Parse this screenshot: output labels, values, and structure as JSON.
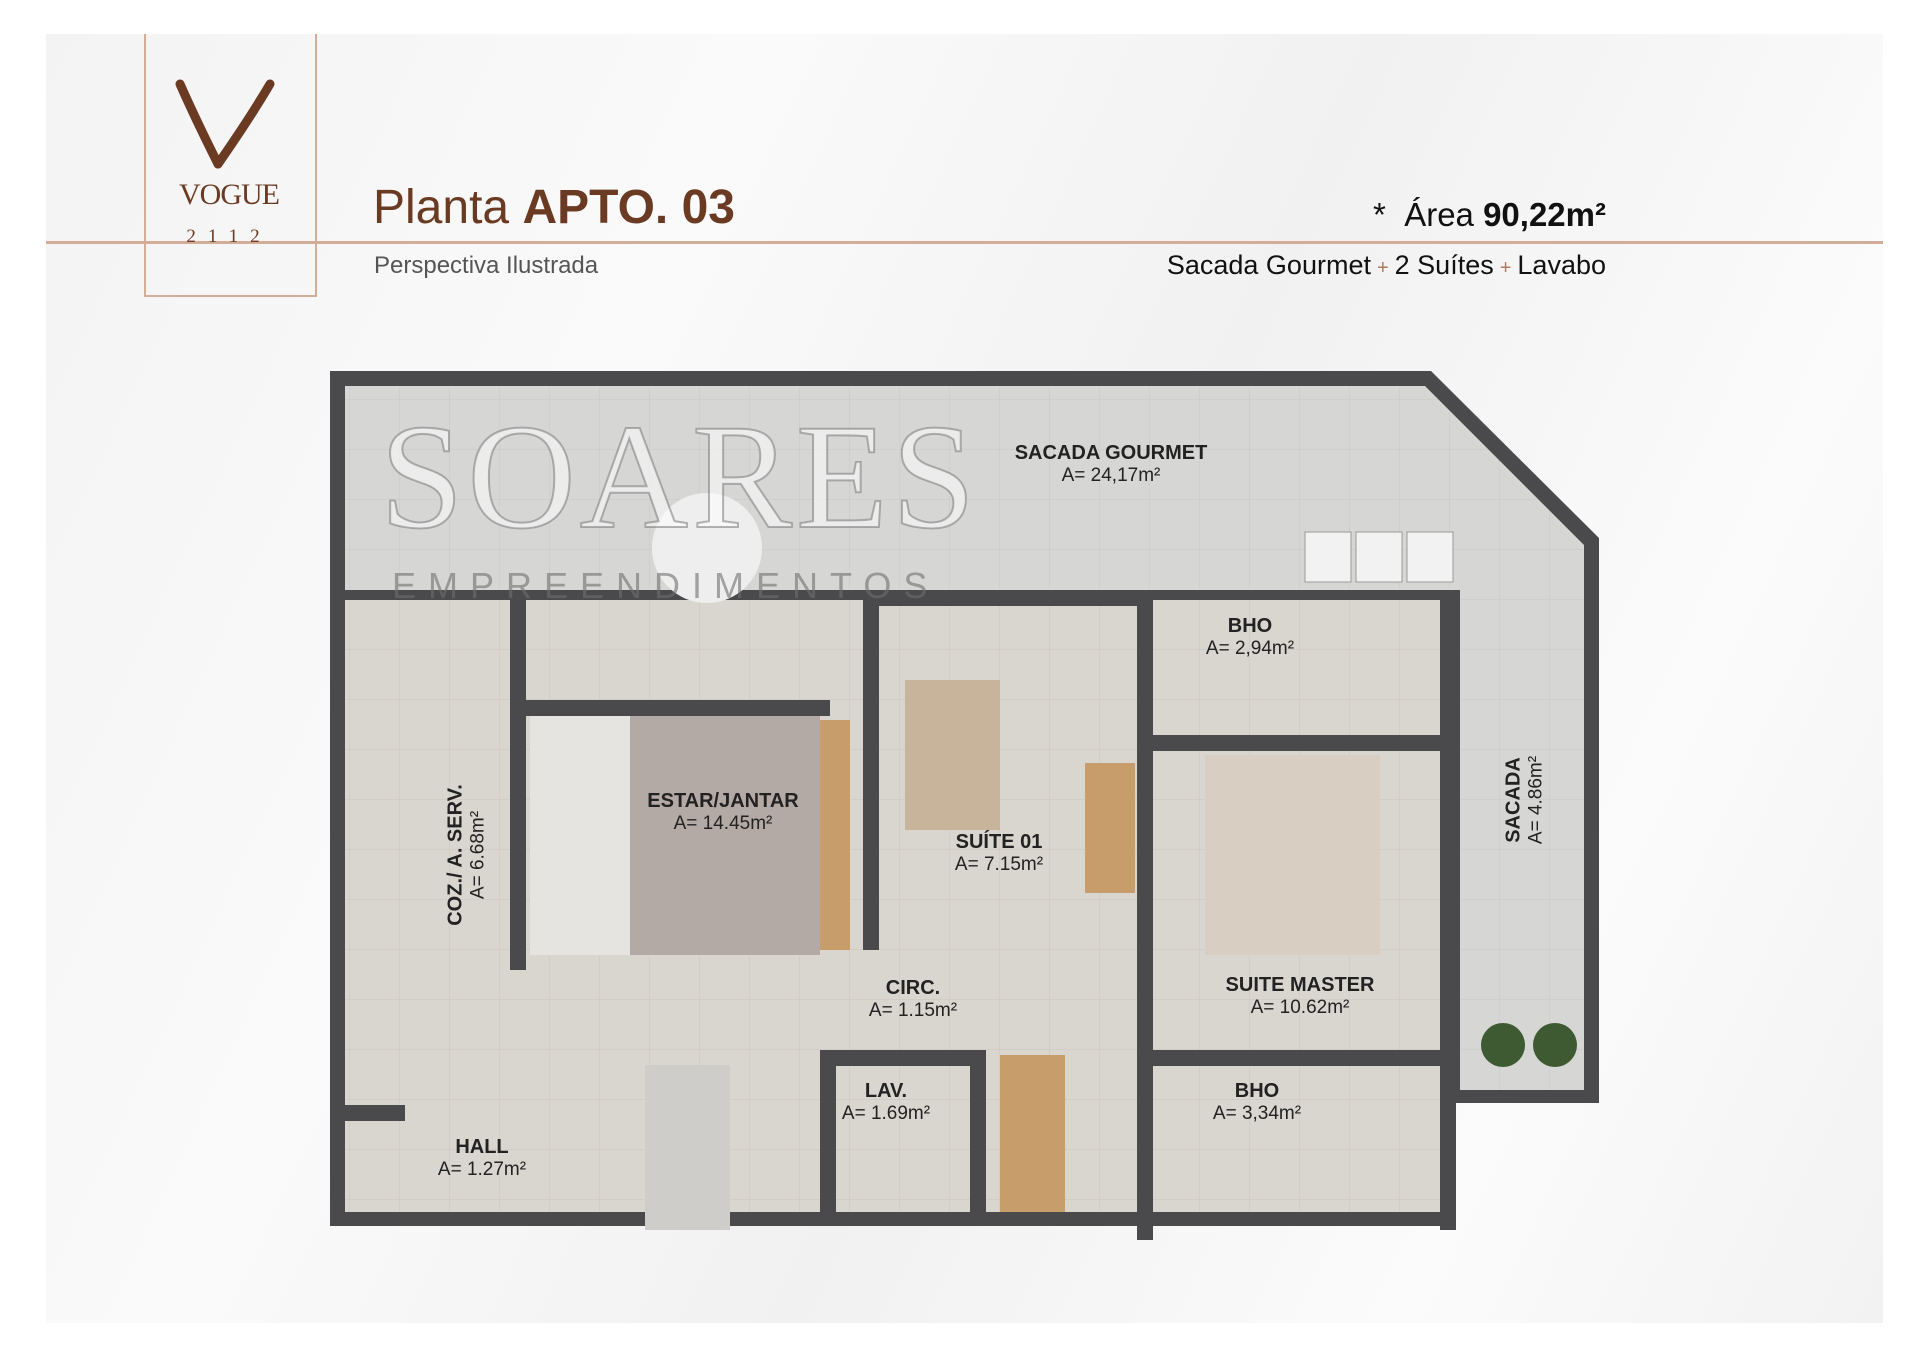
{
  "logo": {
    "word": "VOGUE",
    "number": "2112",
    "color": "#6b3a22"
  },
  "header": {
    "title_prefix": "Planta",
    "title_main": "APTO. 03",
    "subtitle": "Perspectiva Ilustrada",
    "area_star": "*",
    "area_label": "Área",
    "area_value": "90,22m²",
    "features": [
      "Sacada Gourmet",
      "2 Suítes",
      "Lavabo"
    ],
    "features_separator": "+"
  },
  "rooms": [
    {
      "name": "SACADA GOURMET",
      "area": "A= 24,17m²"
    },
    {
      "name": "BHO",
      "area": "A= 2,94m²"
    },
    {
      "name": "ESTAR/JANTAR",
      "area": "A= 14.45m²"
    },
    {
      "name": "SUÍTE 01",
      "area": "A= 7.15m²"
    },
    {
      "name": "COZ./ A. SERV.",
      "area": "A= 6.68m²"
    },
    {
      "name": "SACADA",
      "area": "A= 4.86m²"
    },
    {
      "name": "CIRC.",
      "area": "A= 1.15m²"
    },
    {
      "name": "SUITE MASTER",
      "area": "A= 10.62m²"
    },
    {
      "name": "LAV.",
      "area": "A= 1.69m²"
    },
    {
      "name": "BHO",
      "area": "A= 3,34m²"
    },
    {
      "name": "HALL",
      "area": "A= 1.27m²"
    }
  ],
  "watermark": {
    "word": "SOARES",
    "sub": "EMPREENDIMENTOS"
  },
  "colors": {
    "brand": "#6b3a22",
    "rule": "#d4ad98",
    "wall": "#4a4a4c",
    "floor": "#d9d9d7"
  }
}
